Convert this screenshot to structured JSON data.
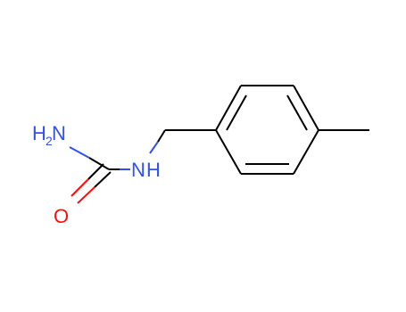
{
  "molecule": {
    "atoms": {
      "amine_n": {
        "symbol": "H",
        "subscript": "2",
        "element": "N"
      },
      "amide_nh": {
        "element": "N",
        "h": "H"
      },
      "carbonyl_o": {
        "element": "O"
      }
    },
    "colors": {
      "bond": "#000000",
      "nitrogen": "#3050F8",
      "oxygen": "#FF0D0D"
    }
  }
}
